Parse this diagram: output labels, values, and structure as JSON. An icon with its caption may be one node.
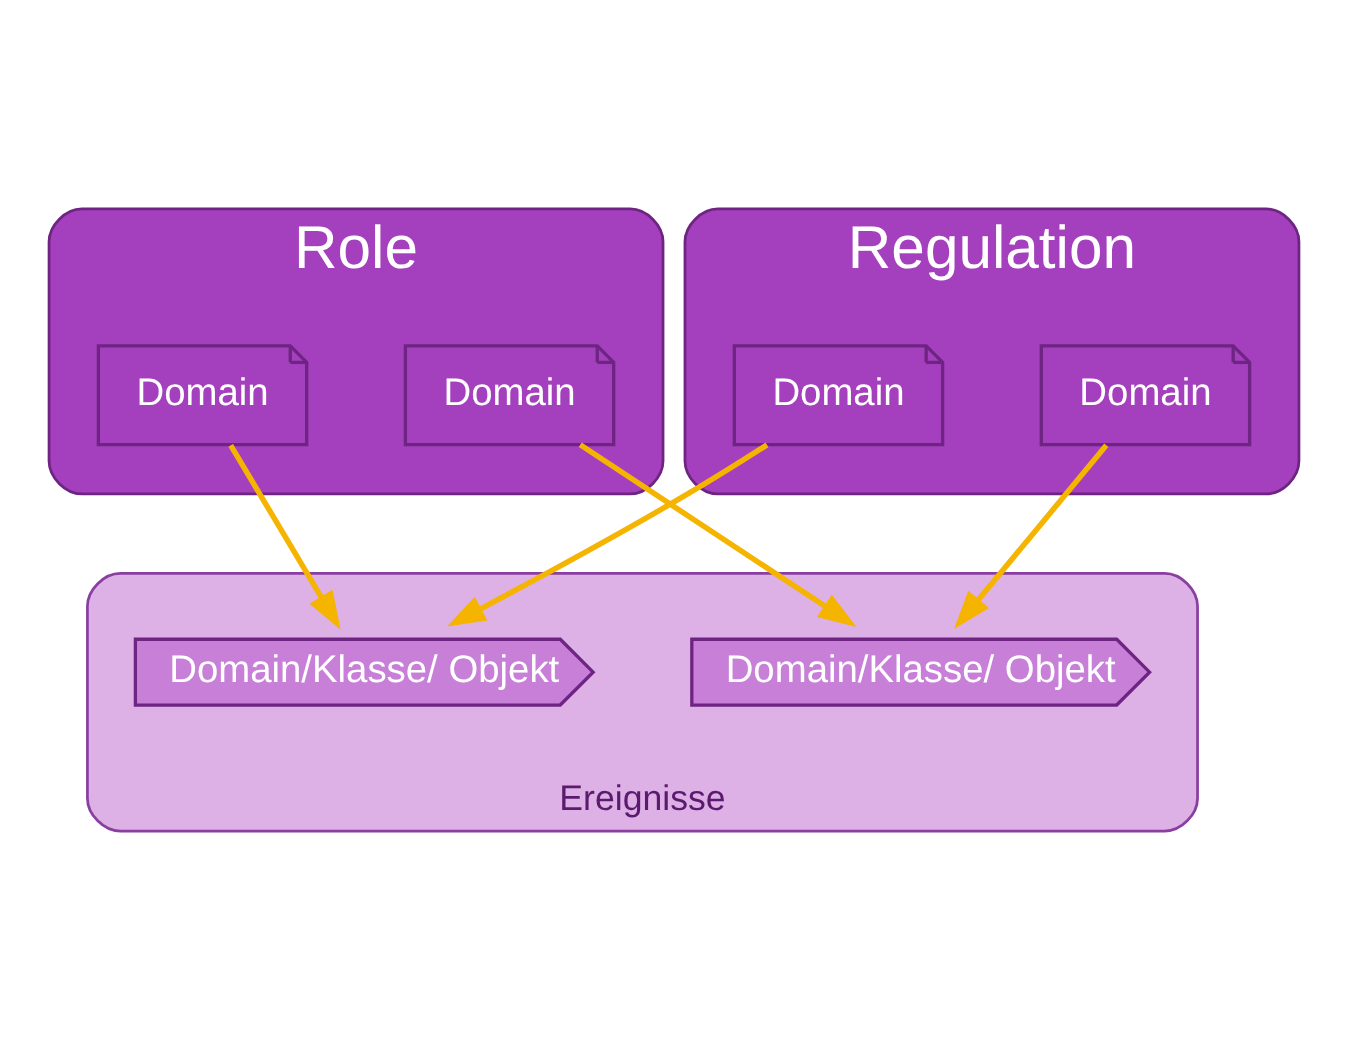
{
  "diagram": {
    "nodes": [
      {
        "text": [
          "Role"
        ]
      },
      {
        "text": [
          "Domain"
        ],
        "in": 0
      },
      {
        "text": [
          "Domain"
        ],
        "in": 0
      },
      {
        "text": [
          "Regulation"
        ]
      },
      {
        "text": [
          "Domain"
        ],
        "in": 3
      },
      {
        "text": [
          "Domain"
        ],
        "in": 3
      },
      {
        "text": [
          "Ereignisse"
        ]
      },
      {
        "text": [
          "Domain/Klasse/ Objekt"
        ],
        "in": 6
      },
      {
        "text": [
          "Domain/Klasse/ Objekt"
        ],
        "in": 6
      }
    ],
    "edges": [
      {
        "from": 1,
        "to": 7,
        "arrow": "to"
      },
      {
        "from": 2,
        "to": 8,
        "arrow": "to"
      },
      {
        "from": 4,
        "to": 7,
        "arrow": "to"
      },
      {
        "from": 5,
        "to": 8,
        "arrow": "to"
      }
    ]
  }
}
